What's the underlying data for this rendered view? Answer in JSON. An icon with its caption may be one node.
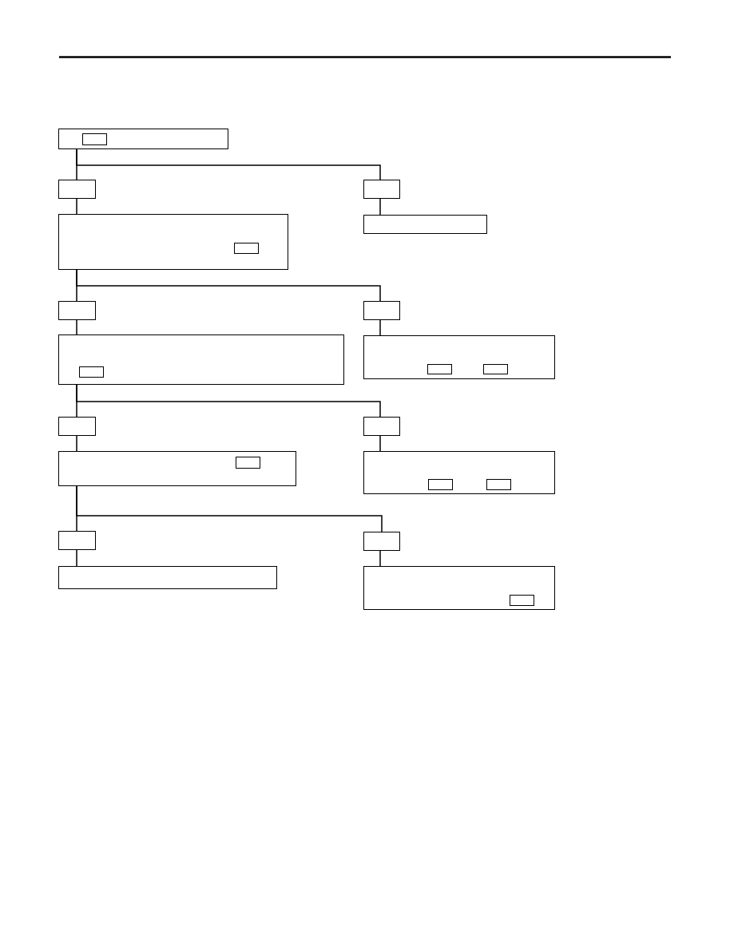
{
  "diagram": {
    "nodes": [
      {
        "text": [],
        "shape": "box"
      },
      {
        "text": [],
        "shape": "box",
        "in": 0
      },
      {
        "text": [],
        "shape": "box"
      },
      {
        "text": [],
        "shape": "box"
      },
      {
        "text": [],
        "shape": "box"
      },
      {
        "text": [],
        "shape": "box",
        "in": 4
      },
      {
        "text": [],
        "shape": "box"
      },
      {
        "text": [],
        "shape": "box"
      },
      {
        "text": [],
        "shape": "box"
      },
      {
        "text": [],
        "shape": "box"
      },
      {
        "text": [],
        "shape": "box",
        "in": 9
      },
      {
        "text": [],
        "shape": "box"
      },
      {
        "text": [],
        "shape": "box",
        "in": 11
      },
      {
        "text": [],
        "shape": "box",
        "in": 11
      },
      {
        "text": [],
        "shape": "box"
      },
      {
        "text": [],
        "shape": "box"
      },
      {
        "text": [],
        "shape": "box"
      },
      {
        "text": [],
        "shape": "box",
        "in": 16
      },
      {
        "text": [],
        "shape": "box"
      },
      {
        "text": [],
        "shape": "box",
        "in": 18
      },
      {
        "text": [],
        "shape": "box",
        "in": 18
      },
      {
        "text": [],
        "shape": "box"
      },
      {
        "text": [],
        "shape": "box"
      },
      {
        "text": [],
        "shape": "box"
      },
      {
        "text": [],
        "shape": "box"
      },
      {
        "text": [],
        "shape": "box",
        "in": 24
      }
    ],
    "edges": [
      {
        "from": 0,
        "to": 2,
        "arrow": "none"
      },
      {
        "from": 0,
        "to": 3,
        "arrow": "none"
      },
      {
        "from": 2,
        "to": 4,
        "arrow": "none"
      },
      {
        "from": 3,
        "to": 6,
        "arrow": "none"
      },
      {
        "from": 4,
        "to": 7,
        "arrow": "none"
      },
      {
        "from": 4,
        "to": 8,
        "arrow": "none"
      },
      {
        "from": 7,
        "to": 9,
        "arrow": "none"
      },
      {
        "from": 8,
        "to": 11,
        "arrow": "none"
      },
      {
        "from": 9,
        "to": 14,
        "arrow": "none"
      },
      {
        "from": 9,
        "to": 15,
        "arrow": "none"
      },
      {
        "from": 14,
        "to": 16,
        "arrow": "none"
      },
      {
        "from": 15,
        "to": 18,
        "arrow": "none"
      },
      {
        "from": 16,
        "to": 21,
        "arrow": "none"
      },
      {
        "from": 16,
        "to": 22,
        "arrow": "none"
      },
      {
        "from": 21,
        "to": 23,
        "arrow": "none"
      },
      {
        "from": 22,
        "to": 24,
        "arrow": "none"
      }
    ]
  }
}
